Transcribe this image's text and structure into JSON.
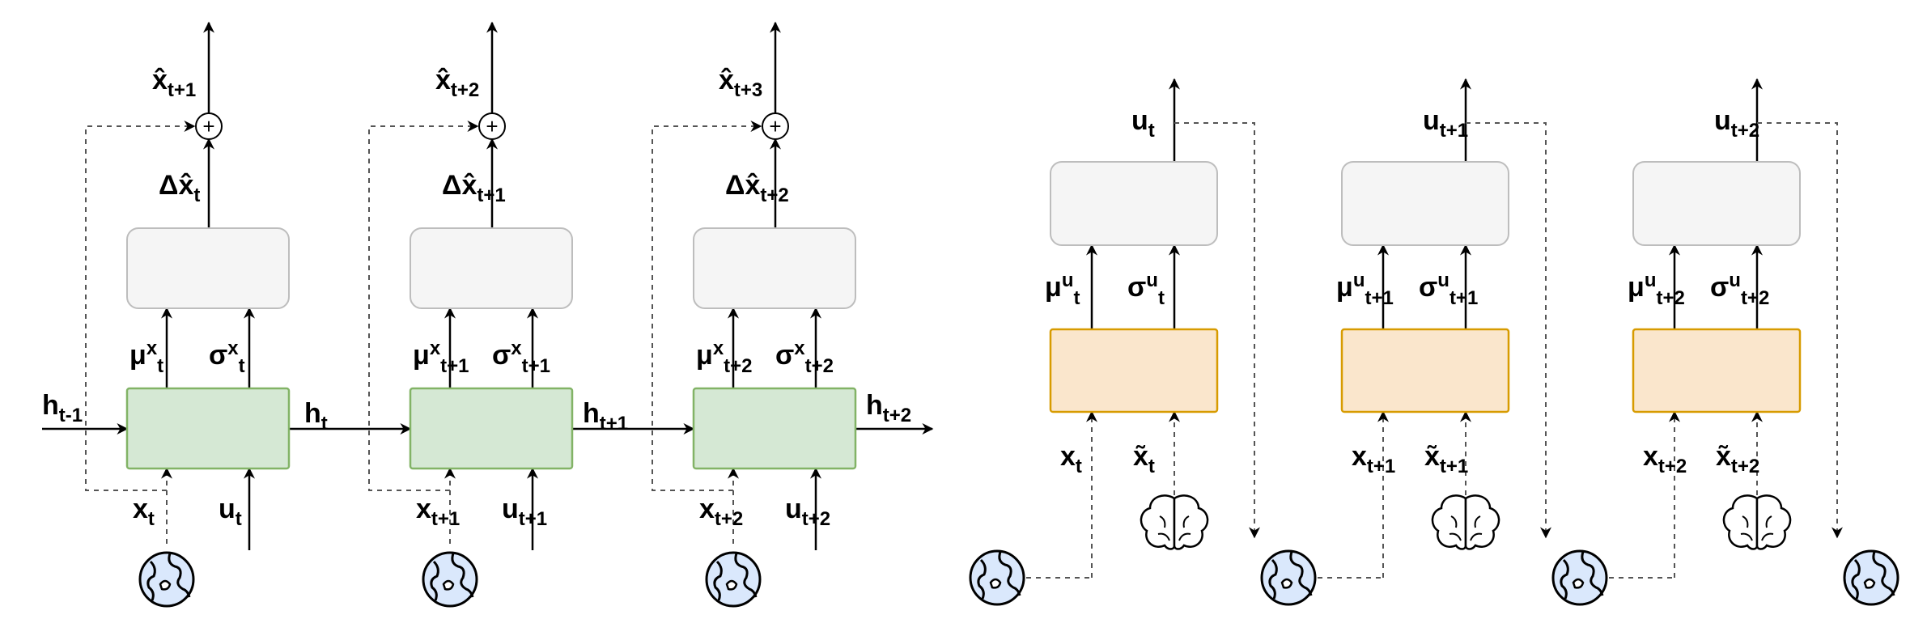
{
  "left": {
    "steps": [
      {
        "out": {
          "b": "x̂",
          "s": "t+1"
        },
        "delta": {
          "b": "Δx̂",
          "s": "t"
        },
        "mu": {
          "b": "μ",
          "sup": "x",
          "s": "t"
        },
        "sigma": {
          "b": "σ",
          "sup": "x",
          "s": "t"
        },
        "x": {
          "b": "x",
          "s": "t"
        },
        "u": {
          "b": "u",
          "s": "t"
        },
        "plus": "+"
      },
      {
        "out": {
          "b": "x̂",
          "s": "t+2"
        },
        "delta": {
          "b": "Δx̂",
          "s": "t+1"
        },
        "mu": {
          "b": "μ",
          "sup": "x",
          "s": "t+1"
        },
        "sigma": {
          "b": "σ",
          "sup": "x",
          "s": "t+1"
        },
        "x": {
          "b": "x",
          "s": "t+1"
        },
        "u": {
          "b": "u",
          "s": "t+1"
        },
        "plus": "+"
      },
      {
        "out": {
          "b": "x̂",
          "s": "t+3"
        },
        "delta": {
          "b": "Δx̂",
          "s": "t+2"
        },
        "mu": {
          "b": "μ",
          "sup": "x",
          "s": "t+2"
        },
        "sigma": {
          "b": "σ",
          "sup": "x",
          "s": "t+2"
        },
        "x": {
          "b": "x",
          "s": "t+2"
        },
        "u": {
          "b": "u",
          "s": "t+2"
        },
        "plus": "+"
      }
    ],
    "hidden": [
      {
        "b": "h",
        "s": "t-1"
      },
      {
        "b": "h",
        "s": "t"
      },
      {
        "b": "h",
        "s": "t+1"
      },
      {
        "b": "h",
        "s": "t+2"
      }
    ]
  },
  "right": {
    "steps": [
      {
        "u": {
          "b": "u",
          "s": "t"
        },
        "mu": {
          "b": "μ",
          "sup": "u",
          "s": "t"
        },
        "sigma": {
          "b": "σ",
          "sup": "u",
          "s": "t"
        },
        "x": {
          "b": "x",
          "s": "t"
        },
        "xt": {
          "b": "x̃",
          "s": "t"
        }
      },
      {
        "u": {
          "b": "u",
          "s": "t+1"
        },
        "mu": {
          "b": "μ",
          "sup": "u",
          "s": "t+1"
        },
        "sigma": {
          "b": "σ",
          "sup": "u",
          "s": "t+1"
        },
        "x": {
          "b": "x",
          "s": "t+1"
        },
        "xt": {
          "b": "x̃",
          "s": "t+1"
        }
      },
      {
        "u": {
          "b": "u",
          "s": "t+2"
        },
        "mu": {
          "b": "μ",
          "sup": "u",
          "s": "t+2"
        },
        "sigma": {
          "b": "σ",
          "sup": "u",
          "s": "t+2"
        },
        "x": {
          "b": "x",
          "s": "t+2"
        },
        "xt": {
          "b": "x̃",
          "s": "t+2"
        }
      }
    ]
  },
  "colors": {
    "green_fill": "#d5e8d4",
    "green_stroke": "#82b366",
    "orange_fill": "#fae6cc",
    "orange_stroke": "#d79b00",
    "grey_fill": "#f5f5f5",
    "grey_stroke": "#bdbdbd",
    "globe_fill": "#dae8fc",
    "line": "#000000",
    "dash": "#555555"
  },
  "icons": [
    "globe-icon",
    "brain-icon",
    "plus-icon"
  ]
}
